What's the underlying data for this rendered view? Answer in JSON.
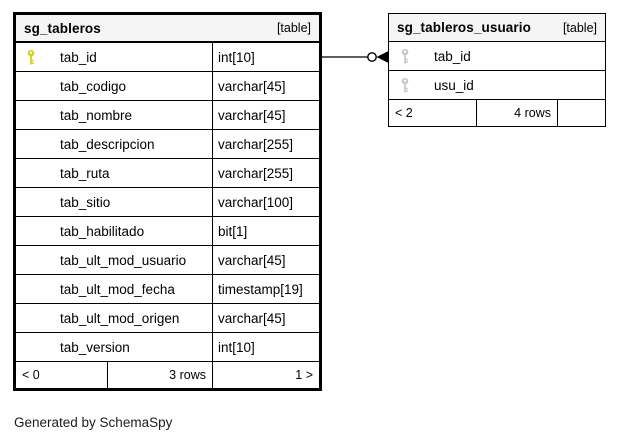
{
  "diagram": {
    "generated_by": "Generated by SchemaSpy",
    "colors": {
      "primary_key_icon": "#d1d117",
      "foreign_key_icon": "#c8c8c8",
      "header_bg": "#f5f5f5",
      "border": "#000000",
      "background": "#ffffff",
      "text": "#000000"
    },
    "relationship": {
      "from_table": "sg_tableros",
      "from_column": "tab_id",
      "to_table": "sg_tableros_usuario",
      "to_column": "tab_id",
      "end_style": "open-circle-with-arrowhead"
    },
    "tables": [
      {
        "name": "sg_tableros",
        "badge": "[table]",
        "columns": [
          {
            "name": "tab_id",
            "type": "int[10]",
            "key": "primary"
          },
          {
            "name": "tab_codigo",
            "type": "varchar[45]",
            "key": ""
          },
          {
            "name": "tab_nombre",
            "type": "varchar[45]",
            "key": ""
          },
          {
            "name": "tab_descripcion",
            "type": "varchar[255]",
            "key": ""
          },
          {
            "name": "tab_ruta",
            "type": "varchar[255]",
            "key": ""
          },
          {
            "name": "tab_sitio",
            "type": "varchar[100]",
            "key": ""
          },
          {
            "name": "tab_habilitado",
            "type": "bit[1]",
            "key": ""
          },
          {
            "name": "tab_ult_mod_usuario",
            "type": "varchar[45]",
            "key": ""
          },
          {
            "name": "tab_ult_mod_fecha",
            "type": "timestamp[19]",
            "key": ""
          },
          {
            "name": "tab_ult_mod_origen",
            "type": "varchar[45]",
            "key": ""
          },
          {
            "name": "tab_version",
            "type": "int[10]",
            "key": ""
          }
        ],
        "footer": {
          "prev": "< 0",
          "rows": "3 rows",
          "next": "1 >"
        }
      },
      {
        "name": "sg_tableros_usuario",
        "badge": "[table]",
        "columns": [
          {
            "name": "tab_id",
            "type": "",
            "key": "foreign"
          },
          {
            "name": "usu_id",
            "type": "",
            "key": "foreign"
          }
        ],
        "footer": {
          "prev": "< 2",
          "rows": "4 rows",
          "next": ""
        }
      }
    ]
  }
}
